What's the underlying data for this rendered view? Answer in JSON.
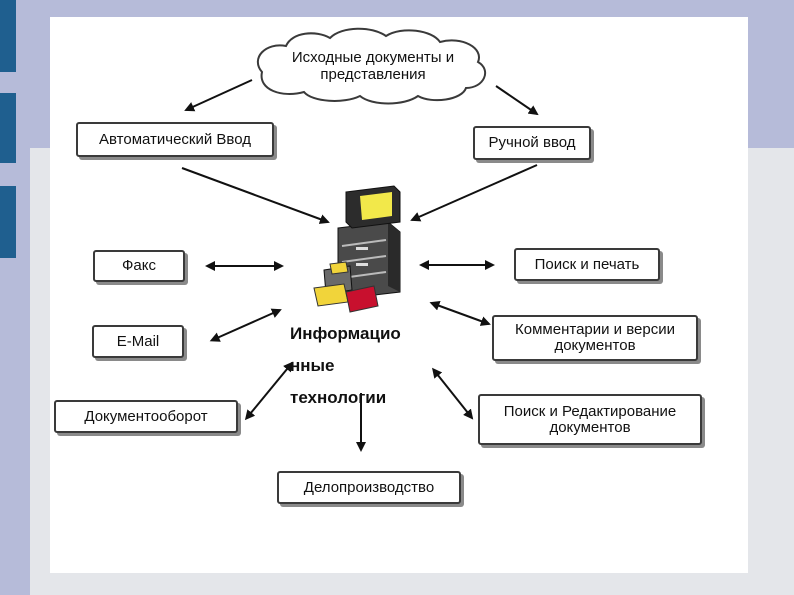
{
  "diagram": {
    "cloud": {
      "text_line1": "Исходные документы и",
      "text_line2": "представления"
    },
    "center": {
      "line1": "Информацио",
      "line2": "нные",
      "line3": "технологии"
    },
    "nodes": {
      "auto_input": "Автоматический Ввод",
      "manual_input": "Ручной ввод",
      "fax": "Факс",
      "email": "E-Mail",
      "docflow": "Документооборот",
      "records": "Делопроизводство",
      "search_print": "Поиск и печать",
      "comments_line1": "Комментарии и версии",
      "comments_line2": "документов",
      "search_edit_line1": "Поиск и Редактирование",
      "search_edit_line2": "документов"
    }
  },
  "colors": {
    "monitor_screen": "#f2e84a",
    "folder_yellow": "#f1d43a",
    "folder_red": "#c8102e",
    "accent_bar": "#1f5f8f"
  }
}
